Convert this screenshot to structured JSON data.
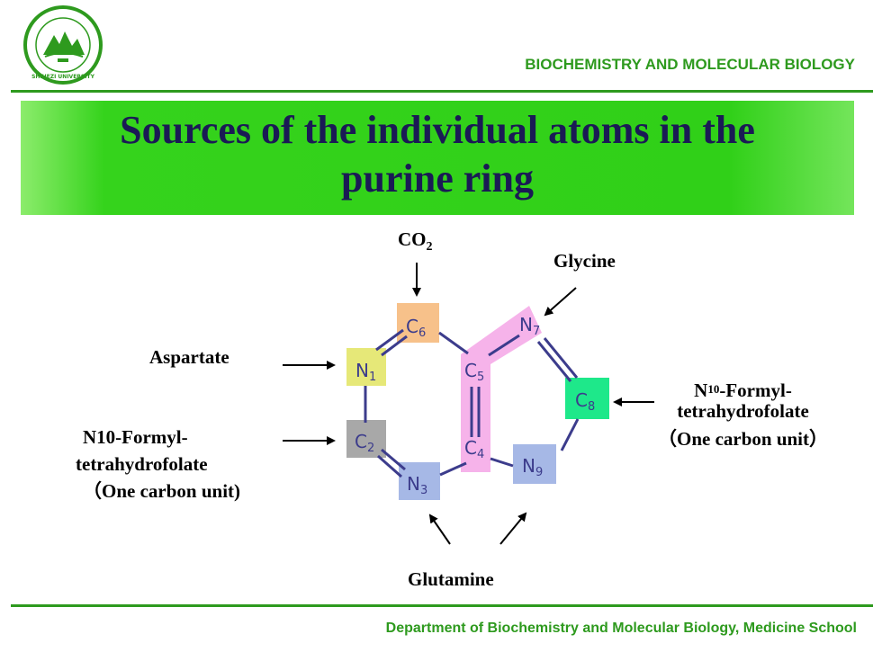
{
  "header": {
    "logo_icon": "university-seal-icon",
    "logo_text": "SHIHEZI UNIVERSITY",
    "course_title": "BIOCHEMISTRY  AND MOLECULAR BIOLOGY"
  },
  "slide": {
    "title_line1": "Sources of the individual atoms in the",
    "title_line2": "purine ring"
  },
  "atoms": {
    "c6": {
      "sym": "C",
      "sub": "6",
      "color": "#f7c18a"
    },
    "n7": {
      "sym": "N",
      "sub": "7",
      "color": "#f4a6e6"
    },
    "n1": {
      "sym": "N",
      "sub": "1",
      "color": "#e6e878"
    },
    "c5": {
      "sym": "C",
      "sub": "5",
      "color": "#f4a6e6"
    },
    "c8": {
      "sym": "C",
      "sub": "8",
      "color": "#1ee88a"
    },
    "c2": {
      "sym": "C",
      "sub": "2",
      "color": "#a8a8a8"
    },
    "c4": {
      "sym": "C",
      "sub": "4",
      "color": "#f4a6e6"
    },
    "n9": {
      "sym": "N",
      "sub": "9",
      "color": "#a6b8e6"
    },
    "n3": {
      "sym": "N",
      "sub": "3",
      "color": "#a6b8e6"
    }
  },
  "sources": {
    "co2": {
      "main": "CO",
      "sub": "2"
    },
    "glycine": "Glycine",
    "aspartate": "Aspartate",
    "n10_left_line1": "N10-Formyl-",
    "n10_left_line2": "tetrahydrofolate",
    "n10_left_line3": "（One carbon unit)",
    "n10_right_prefix": "N",
    "n10_right_sup": "10",
    "n10_right_line1": "-Formyl-",
    "n10_right_line2": "tetrahydrofolate",
    "n10_right_line3": "（One carbon unit）",
    "glutamine": "Glutamine"
  },
  "footer": {
    "department": "Department  of Biochemistry and Molecular Biology, Medicine School"
  },
  "colors": {
    "brand_green": "#2e9a1e",
    "title_text": "#1a1a55",
    "bond": "#3c3c8c"
  }
}
